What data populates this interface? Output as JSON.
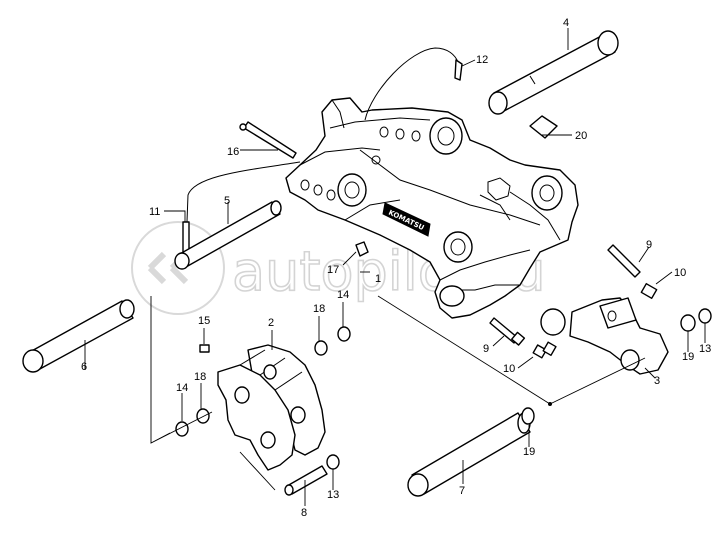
{
  "diagram": {
    "brand_plate": "KOMATSU",
    "watermark": "autopilot.ru",
    "callouts": [
      {
        "id": "c1",
        "label": "1"
      },
      {
        "id": "c2",
        "label": "2"
      },
      {
        "id": "c3",
        "label": "3"
      },
      {
        "id": "c4",
        "label": "4"
      },
      {
        "id": "c5",
        "label": "5"
      },
      {
        "id": "c6",
        "label": "6"
      },
      {
        "id": "c7",
        "label": "7"
      },
      {
        "id": "c8",
        "label": "8"
      },
      {
        "id": "c9a",
        "label": "9"
      },
      {
        "id": "c9b",
        "label": "9"
      },
      {
        "id": "c10a",
        "label": "10"
      },
      {
        "id": "c10b",
        "label": "10"
      },
      {
        "id": "c11",
        "label": "11"
      },
      {
        "id": "c12",
        "label": "12"
      },
      {
        "id": "c13a",
        "label": "13"
      },
      {
        "id": "c13b",
        "label": "13"
      },
      {
        "id": "c14a",
        "label": "14"
      },
      {
        "id": "c14b",
        "label": "14"
      },
      {
        "id": "c15",
        "label": "15"
      },
      {
        "id": "c16",
        "label": "16"
      },
      {
        "id": "c17",
        "label": "17"
      },
      {
        "id": "c18a",
        "label": "18"
      },
      {
        "id": "c18b",
        "label": "18"
      },
      {
        "id": "c19a",
        "label": "19"
      },
      {
        "id": "c19b",
        "label": "19"
      },
      {
        "id": "c20",
        "label": "20"
      }
    ]
  }
}
